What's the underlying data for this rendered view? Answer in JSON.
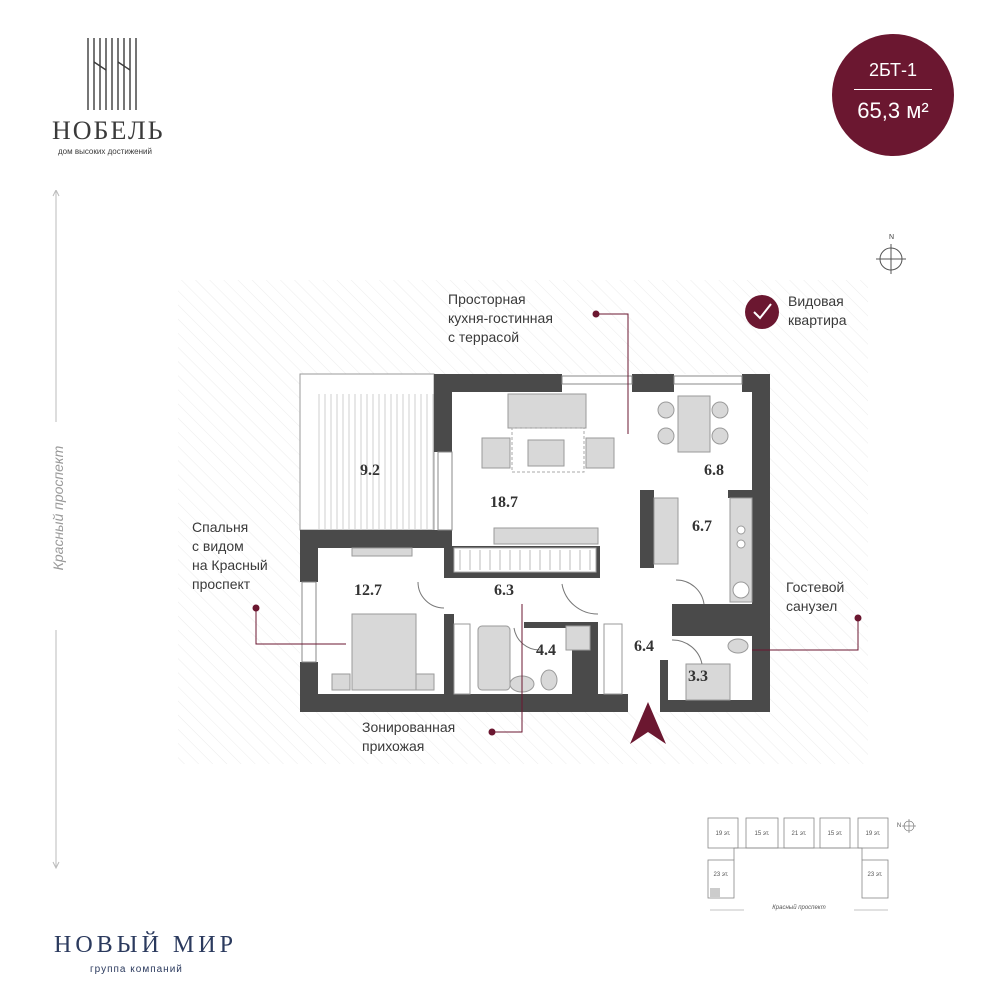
{
  "brand": {
    "name": "НОБЕЛЬ",
    "tagline": "дом высоких достижений"
  },
  "badge": {
    "code": "2БТ-1",
    "area": "65,3 м²"
  },
  "compass_label": "N",
  "street_vertical": "Красный проспект",
  "captions": {
    "kitchen": [
      "Просторная",
      "кухня-гостинная",
      "с террасой"
    ],
    "view": [
      "Видовая",
      "квартира"
    ],
    "bedroom": [
      "Спальня",
      "с видом",
      "на Красный",
      "проспект"
    ],
    "bathroom": [
      "Гостевой",
      "санузел"
    ],
    "hallway": [
      "Зонированная",
      "прихожая"
    ]
  },
  "rooms": [
    {
      "id": "terrace",
      "area": "9.2"
    },
    {
      "id": "living",
      "area": "18.7"
    },
    {
      "id": "dining",
      "area": "6.8"
    },
    {
      "id": "kitchen",
      "area": "6.7"
    },
    {
      "id": "bedroom",
      "area": "12.7"
    },
    {
      "id": "hall",
      "area": "6.3"
    },
    {
      "id": "bath",
      "area": "4.4"
    },
    {
      "id": "corridor",
      "area": "6.4"
    },
    {
      "id": "wc",
      "area": "3.3"
    }
  ],
  "keyplan": {
    "sections": [
      "19 эт.",
      "15 эт.",
      "21 эт.",
      "15 эт.",
      "19 эт."
    ],
    "wings": [
      "23 эт.",
      "23 эт."
    ],
    "street": "Красный проспект",
    "compass": "N"
  },
  "developer": {
    "name": "НОВЫЙ МИР",
    "tagline": "группа компаний"
  },
  "colors": {
    "accent": "#6b1730",
    "wall": "#4a4a4a",
    "furniture": "#d8d8d8"
  }
}
